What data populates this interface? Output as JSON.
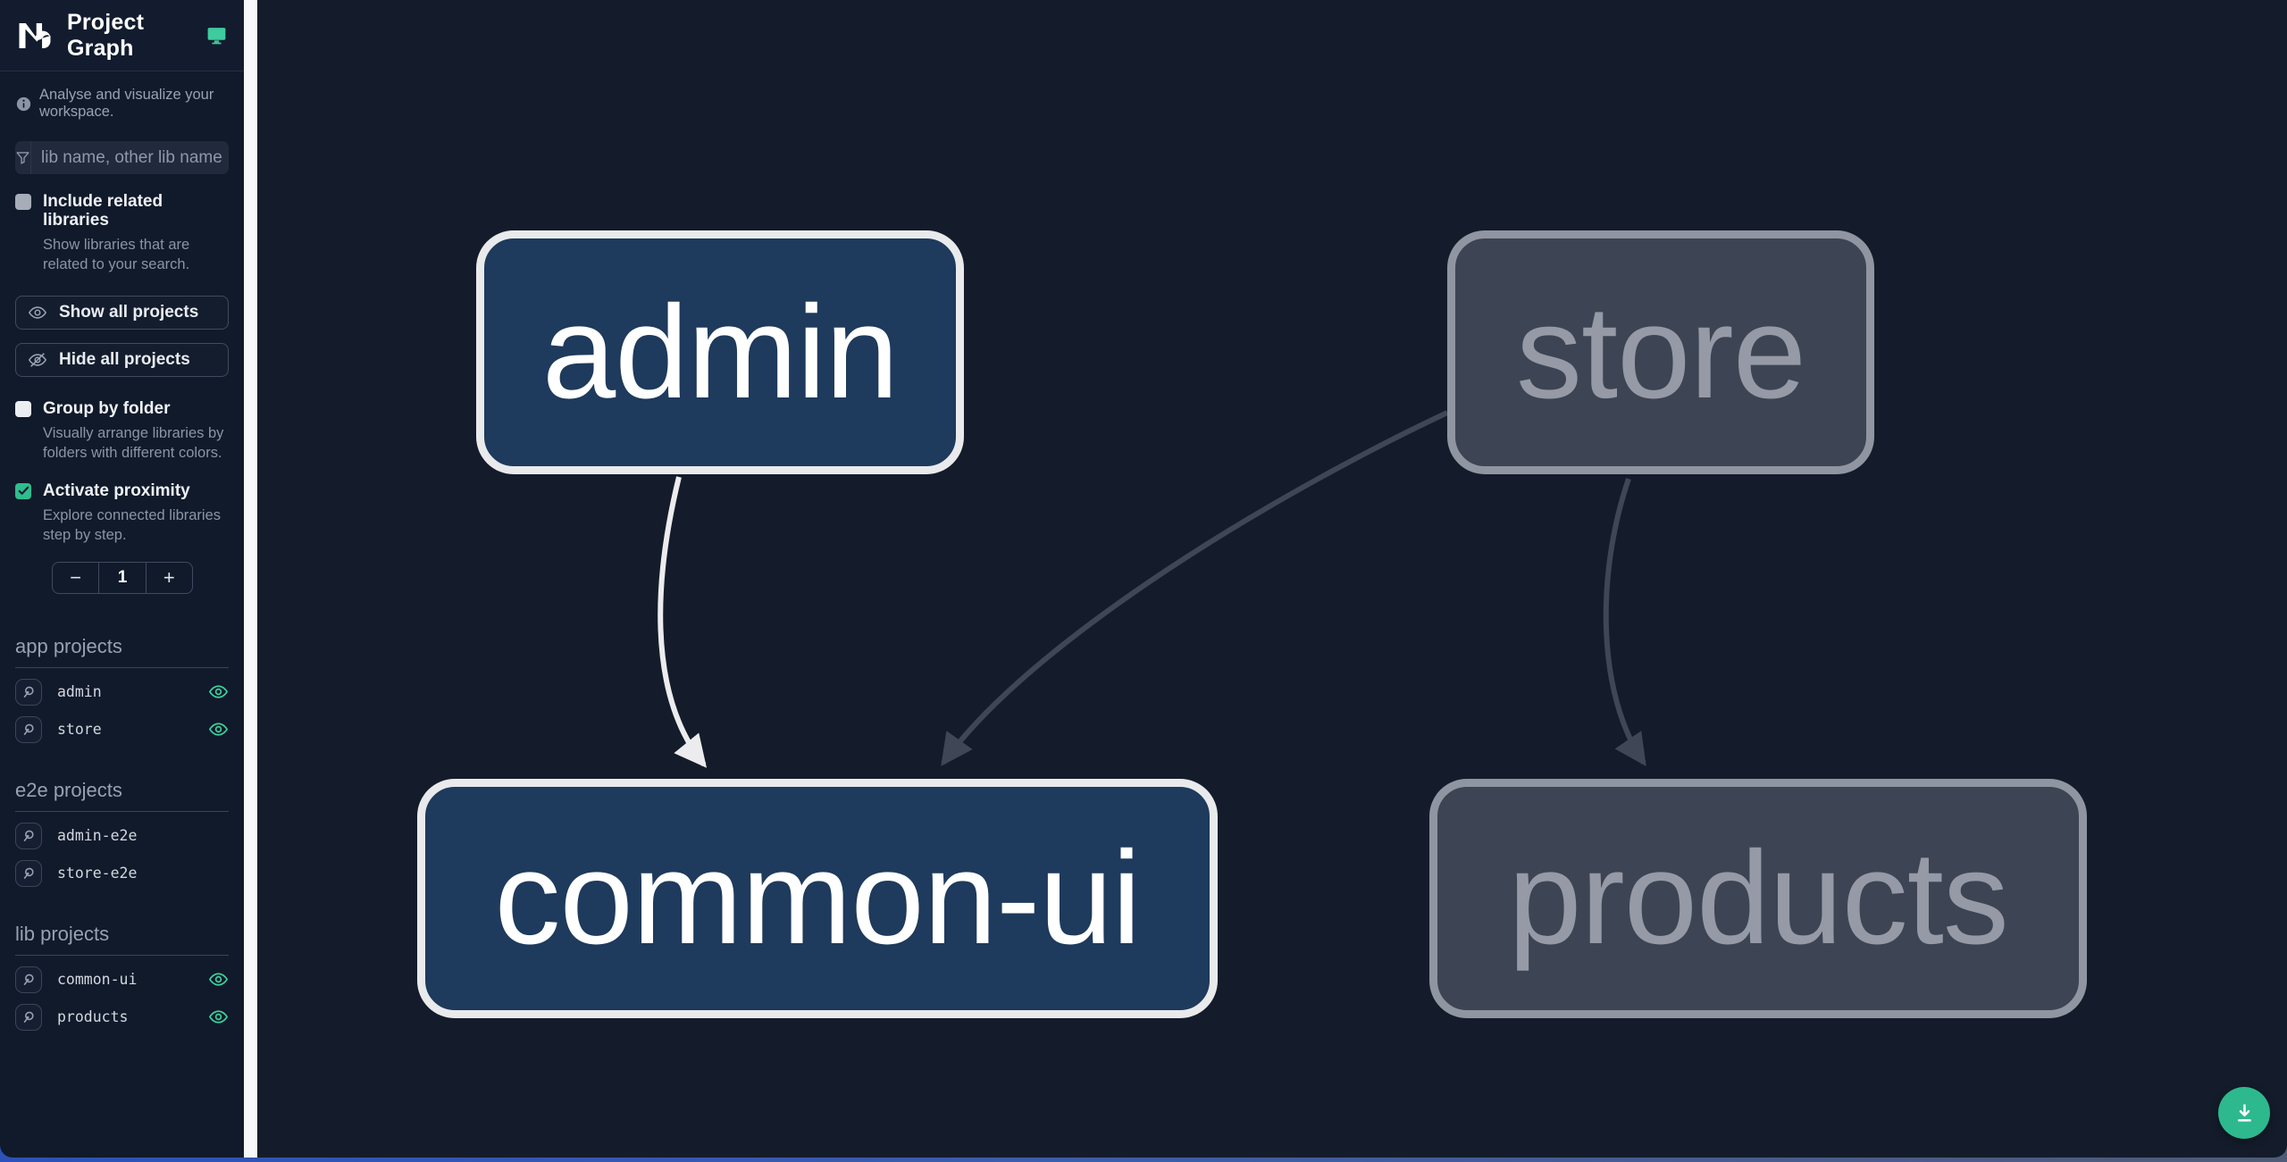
{
  "header": {
    "title": "Project Graph"
  },
  "sidebar": {
    "tagline": "Analyse and visualize your workspace.",
    "search_placeholder": "lib name, other lib name",
    "include_related": {
      "label": "Include related libraries",
      "description": "Show libraries that are related to your search.",
      "checked": false
    },
    "show_all_label": "Show all projects",
    "hide_all_label": "Hide all projects",
    "group_by_folder": {
      "label": "Group by folder",
      "description": "Visually arrange libraries by folders with different colors.",
      "checked": false
    },
    "activate_proximity": {
      "label": "Activate proximity",
      "description": "Explore connected libraries step by step.",
      "checked": true
    },
    "proximity": {
      "decrement": "−",
      "value": "1",
      "increment": "+"
    },
    "sections": [
      {
        "title": "app projects",
        "items": [
          {
            "name": "admin",
            "visible": true
          },
          {
            "name": "store",
            "visible": true
          }
        ]
      },
      {
        "title": "e2e projects",
        "items": [
          {
            "name": "admin-e2e",
            "visible": false
          },
          {
            "name": "store-e2e",
            "visible": false
          }
        ]
      },
      {
        "title": "lib projects",
        "items": [
          {
            "name": "common-ui",
            "visible": true
          },
          {
            "name": "products",
            "visible": true
          }
        ]
      }
    ]
  },
  "graph": {
    "nodes": [
      {
        "id": "admin",
        "label": "admin",
        "state": "focused"
      },
      {
        "id": "store",
        "label": "store",
        "state": "muted"
      },
      {
        "id": "common-ui",
        "label": "common-ui",
        "state": "focused"
      },
      {
        "id": "products",
        "label": "products",
        "state": "muted"
      }
    ],
    "edges": [
      {
        "from": "admin",
        "to": "common-ui",
        "state": "highlighted"
      },
      {
        "from": "store",
        "to": "common-ui",
        "state": "muted"
      },
      {
        "from": "store",
        "to": "products",
        "state": "muted"
      }
    ]
  },
  "icons": {
    "nx-logo": "nx-brand-mark",
    "graph-mode": "monitor",
    "info": "info-circle",
    "filter": "funnel",
    "show-all": "eye",
    "hide-all": "eye-slash",
    "focus-project": "magnifier",
    "project-visible": "eye",
    "download": "download-tray",
    "checkbox-check": "check"
  },
  "colors": {
    "accent_teal": "#3ed29b",
    "checkbox_checked": "#2fbd8e",
    "fab_bg": "#2eb88e",
    "focused_node_fill": "#1e3a5c",
    "focused_node_border": "#e9eaec",
    "muted_node_fill": "#3d4453",
    "muted_node_border": "#9096a1",
    "edge_highlight": "#ececee",
    "edge_muted": "#3f4756",
    "canvas_bg": "#141c2b",
    "sidebar_bg": "#111a2b",
    "divider": "#f7f8f9"
  }
}
